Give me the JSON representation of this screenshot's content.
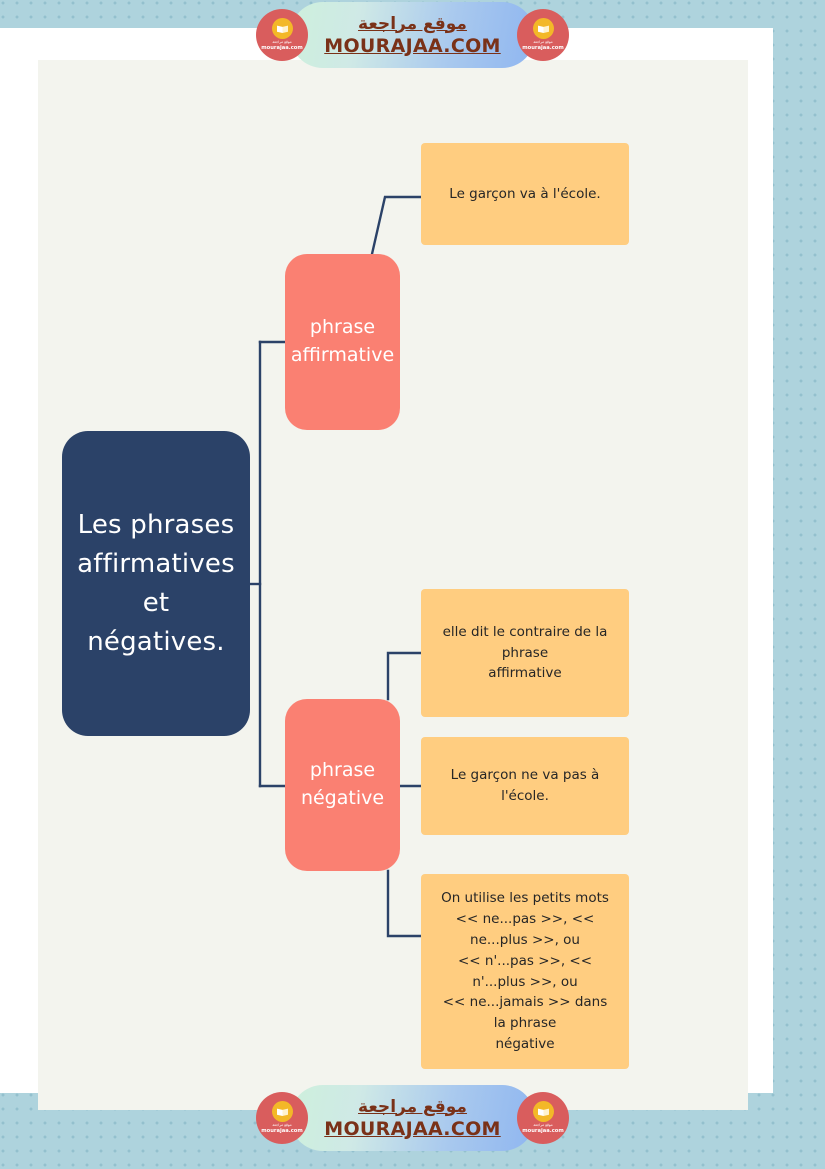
{
  "colors": {
    "backdrop": "#aed3dd",
    "frame": "#ffffff",
    "sheet": "#f3f4ee",
    "root_node": "#2b4268",
    "branch_node": "#fa8072",
    "leaf_node": "#ffcd80",
    "connector": "#2b4268",
    "watermark_text": "#7a3118",
    "watermark_logo": "#d95d5d",
    "watermark_logo_mark": "#f3b828"
  },
  "mindmap": {
    "root": {
      "label": "Les phrases affirmatives et négatives.",
      "lines": [
        "Les phrases",
        "affirmatives",
        "et",
        "négatives."
      ]
    },
    "branches": [
      {
        "id": "affirmative",
        "label": "phrase affirmative",
        "lines": [
          "phrase",
          "affirmative"
        ],
        "leaves": [
          {
            "id": "aff-example",
            "label": "Le garçon va à l'école.",
            "lines": [
              "Le garçon va à l'école."
            ]
          }
        ]
      },
      {
        "id": "negative",
        "label": "phrase négative",
        "lines": [
          "phrase",
          "négative"
        ],
        "leaves": [
          {
            "id": "neg-definition",
            "label": "elle dit le contraire de la phrase affirmative",
            "lines": [
              "elle dit le contraire de la phrase",
              "affirmative"
            ]
          },
          {
            "id": "neg-example",
            "label": "Le garçon ne va pas à l'école.",
            "lines": [
              "Le garçon ne va pas à l'école."
            ]
          },
          {
            "id": "neg-words",
            "label": "On utilise les petits mots << ne...pas >>, << ne...plus >>, ou << n'...pas >>, << n'...plus >>, ou << ne...jamais >> dans la phrase négative",
            "lines": [
              "On utilise les petits mots",
              "<< ne...pas >>, << ne...plus >>, ou",
              "<< n'...pas >>, << n'...plus >>, ou",
              "<< ne...jamais >> dans la phrase",
              "négative"
            ]
          }
        ]
      }
    ]
  },
  "watermark": {
    "arabic": "موقع مراجعة",
    "url": "MOURAJAA.COM",
    "logo": {
      "arabic": "موقع مراجعة",
      "url": "mourajaa.com"
    }
  }
}
